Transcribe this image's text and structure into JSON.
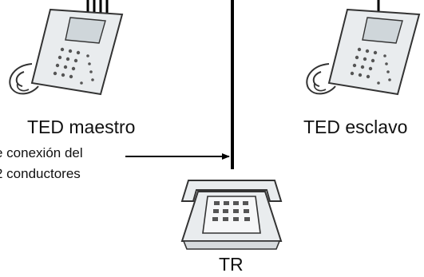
{
  "labels": {
    "master_ted": "TED maestro",
    "slave_ted": "TED esclavo",
    "connection_line1": "e conexión del",
    "connection_line2": "2 conductores",
    "tr": "TR"
  },
  "colors": {
    "line": "#000000",
    "device_fill": "#e9ecee",
    "device_stroke": "#333333",
    "key_dark": "#555555"
  },
  "icons": [
    "desk-phone-icon",
    "desk-phone-icon",
    "single-line-phone-icon",
    "arrow-right-icon"
  ]
}
